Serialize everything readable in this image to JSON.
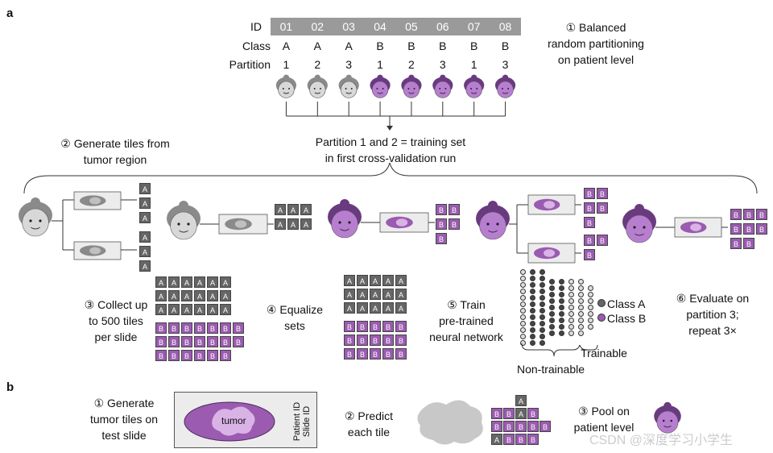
{
  "panel_a": "a",
  "panel_b": "b",
  "table": {
    "id_label": "ID",
    "class_label": "Class",
    "partition_label": "Partition",
    "ids": [
      "01",
      "02",
      "03",
      "04",
      "05",
      "06",
      "07",
      "08"
    ],
    "classes": [
      "A",
      "A",
      "A",
      "B",
      "B",
      "B",
      "B",
      "B"
    ],
    "partitions": [
      "1",
      "2",
      "3",
      "1",
      "2",
      "3",
      "1",
      "3"
    ]
  },
  "step1": [
    "① Balanced",
    "random partitioning",
    "on patient level"
  ],
  "step2": [
    "② Generate tiles from",
    "tumor region"
  ],
  "train_note": [
    "Partition 1 and 2 = training set",
    "in first cross-validation run"
  ],
  "step3": [
    "③ Collect up",
    "to 500 tiles",
    "per slide"
  ],
  "step4": [
    "④ Equalize",
    "sets"
  ],
  "step5": [
    "⑤ Train",
    "pre-trained",
    "neural network"
  ],
  "step6": [
    "⑥ Evaluate on",
    "partition 3;",
    "repeat 3×"
  ],
  "legend": {
    "a": "Class A",
    "b": "Class B"
  },
  "trainable": "Trainable",
  "non_trainable": "Non-trainable",
  "b_step1": [
    "① Generate",
    "tumor tiles on",
    "test slide"
  ],
  "b_tumor": "tumor",
  "b_patient_id": "Patient ID",
  "b_slide_id": "Slide ID",
  "b_step2": [
    "② Predict",
    "each tile"
  ],
  "b_step3": [
    "③ Pool on",
    "patient level"
  ],
  "tile_a": "A",
  "tile_b": "B",
  "watermark": "CSDN @深度学习小学生",
  "colors": {
    "classA": "#666666",
    "classB": "#9b5bb0",
    "idbar": "#9a9a9a"
  }
}
